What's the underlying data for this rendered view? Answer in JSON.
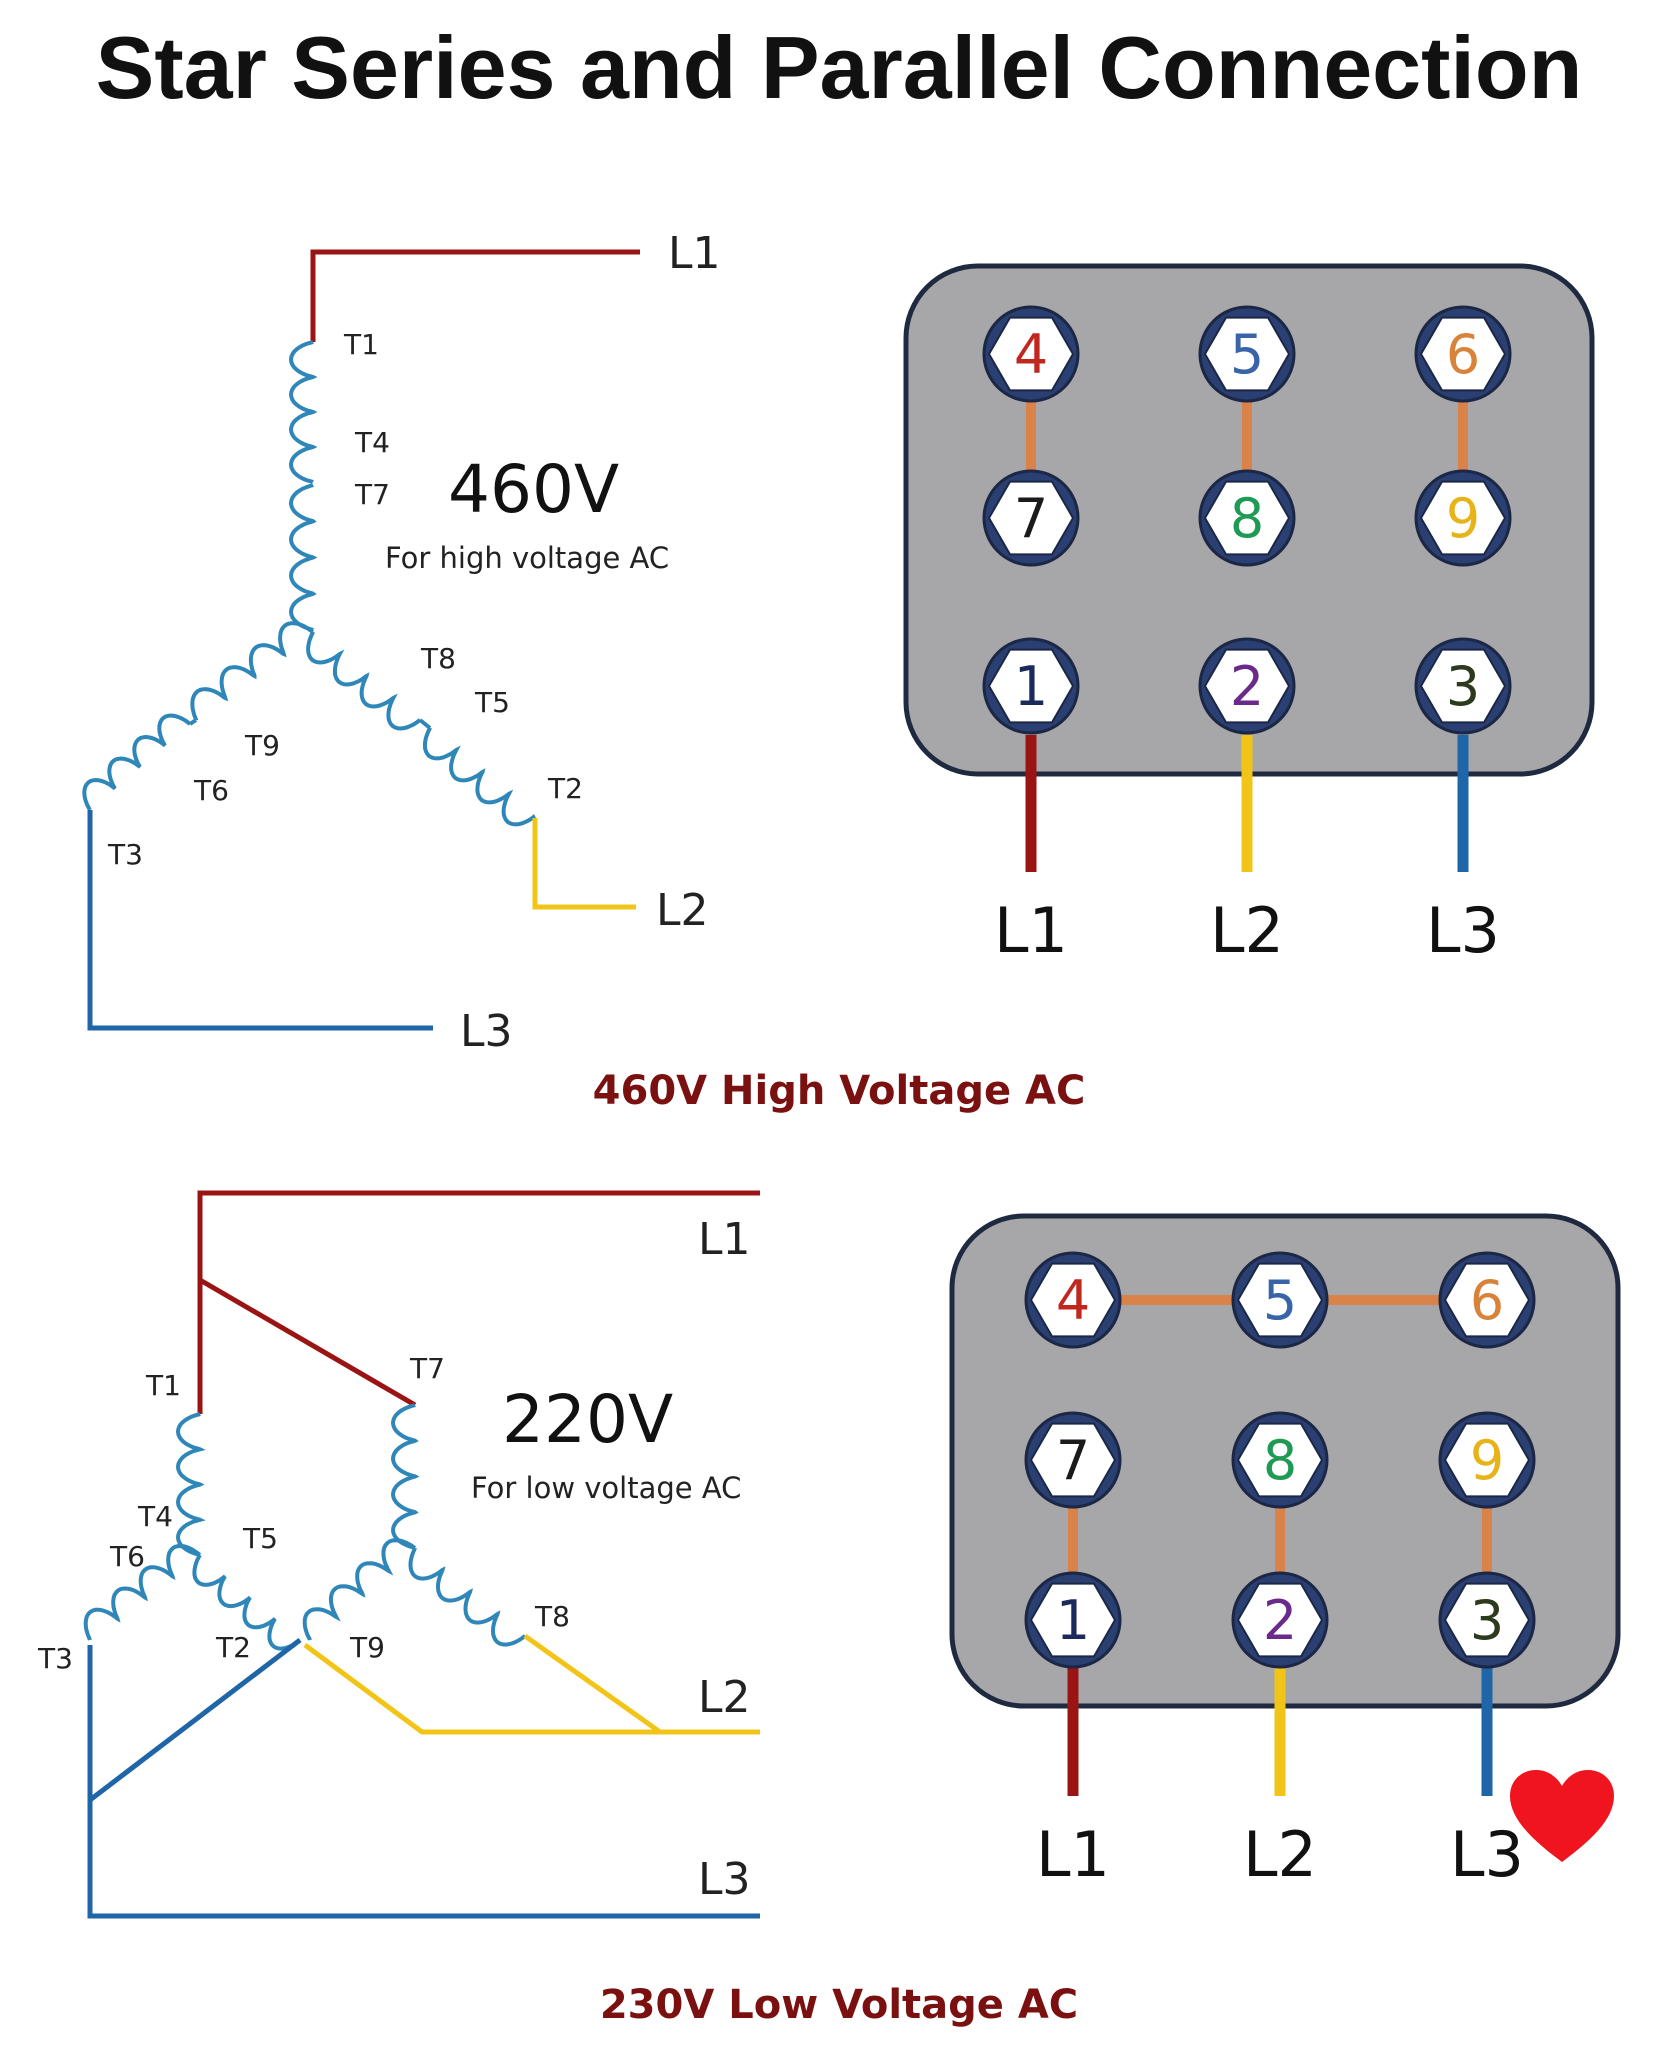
{
  "title": "Star Series and Parallel Connection",
  "colors": {
    "l1": "#9b1414",
    "l2": "#f2c418",
    "l3": "#1f66a8",
    "coil": "#2f86b8",
    "link": "#d9824a",
    "box_fill": "#a7a7a9",
    "box_stroke": "#1f2a40",
    "caption": "#7a1010",
    "heart": "#f0141e"
  },
  "top": {
    "voltage": "460V",
    "subtitle": "For high voltage AC",
    "caption": "460V High Voltage AC",
    "terminals": {
      "t1": "T1",
      "t4": "T4",
      "t7": "T7",
      "t8": "T8",
      "t5": "T5",
      "t2": "T2",
      "t9": "T9",
      "t6": "T6",
      "t3": "T3"
    },
    "lines": {
      "l1": "L1",
      "l2": "L2",
      "l3": "L3"
    },
    "box": {
      "terminals": [
        {
          "label": "4",
          "color": "#c0281f"
        },
        {
          "label": "5",
          "color": "#3a64a8"
        },
        {
          "label": "6",
          "color": "#d9823a"
        },
        {
          "label": "7",
          "color": "#1a1a1a"
        },
        {
          "label": "8",
          "color": "#1f9a55"
        },
        {
          "label": "9",
          "color": "#e6b318"
        },
        {
          "label": "1",
          "color": "#1a2a5a"
        },
        {
          "label": "2",
          "color": "#6a2a8a"
        },
        {
          "label": "3",
          "color": "#2e3a1e"
        }
      ],
      "line_labels": [
        "L1",
        "L2",
        "L3"
      ]
    }
  },
  "bottom": {
    "voltage": "220V",
    "subtitle": "For low voltage AC",
    "caption": "230V Low Voltage AC",
    "terminals": {
      "t1": "T1",
      "t7": "T7",
      "t4": "T4",
      "t5": "T5",
      "t6": "T6",
      "t3": "T3",
      "t2": "T2",
      "t9": "T9",
      "t8": "T8"
    },
    "lines": {
      "l1": "L1",
      "l2": "L2",
      "l3": "L3"
    },
    "box": {
      "terminals": [
        {
          "label": "4",
          "color": "#c0281f"
        },
        {
          "label": "5",
          "color": "#3a64a8"
        },
        {
          "label": "6",
          "color": "#d9823a"
        },
        {
          "label": "7",
          "color": "#1a1a1a"
        },
        {
          "label": "8",
          "color": "#1f9a55"
        },
        {
          "label": "9",
          "color": "#e6b318"
        },
        {
          "label": "1",
          "color": "#1a2a5a"
        },
        {
          "label": "2",
          "color": "#6a2a8a"
        },
        {
          "label": "3",
          "color": "#2e3a1e"
        }
      ],
      "line_labels": [
        "L1",
        "L2",
        "L3"
      ]
    }
  },
  "decorations": {
    "heart_icon": "heart-icon"
  }
}
